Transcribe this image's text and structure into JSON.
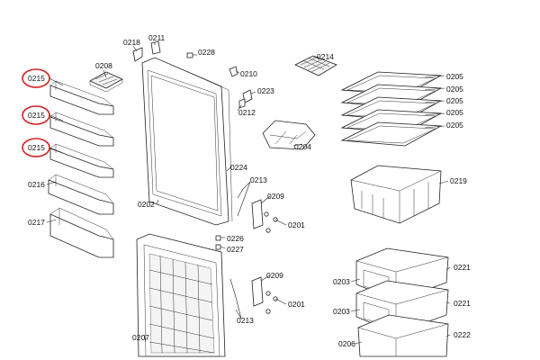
{
  "diagram": {
    "labels": {
      "l0215a": "0215",
      "l0215b": "0215",
      "l0215c": "0215",
      "l0216": "0216",
      "l0217": "0217",
      "l0208": "0208",
      "l0218": "0218",
      "l0211": "0211",
      "l0228": "0228",
      "l0210": "0210",
      "l0223": "0223",
      "l0212": "0212",
      "l0214": "0214",
      "l0204": "0204",
      "l0224": "0224",
      "l0213a": "0213",
      "l0213b": "0213",
      "l0209a": "0209",
      "l0209b": "0209",
      "l0201a": "0201",
      "l0201b": "0201",
      "l0202": "0202",
      "l0226": "0226",
      "l0227": "0227",
      "l0207": "0207",
      "l0205a": "0205",
      "l0205b": "0205",
      "l0205c": "0205",
      "l0205d": "0205",
      "l0205e": "0205",
      "l0219": "0219",
      "l0221a": "0221",
      "l0221b": "0221",
      "l0203a": "0203",
      "l0203b": "0203",
      "l0206": "0206",
      "l0222": "0222"
    },
    "highlight_color": "#d42020"
  }
}
